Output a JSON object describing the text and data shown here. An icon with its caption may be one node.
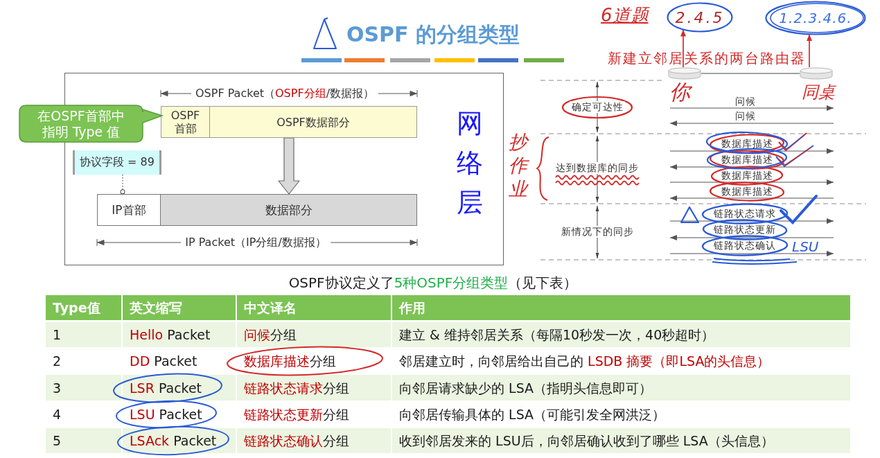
{
  "diagram": {
    "title": "OSPF 的分组类型",
    "nodes": [
      {
        "text": [
          "网络层"
        ]
      },
      {
        "text": [
          "OSPF 首部"
        ],
        "in": 0
      },
      {
        "text": [
          "OSPF数据部分"
        ],
        "in": 0
      },
      {
        "text": [
          "在OSPF首部中指明 Type 值"
        ]
      },
      {
        "text": [
          "协议字段 = 89"
        ],
        "in": 0
      },
      {
        "text": [
          "IP首部"
        ],
        "in": 0
      },
      {
        "text": [
          "数据部分"
        ],
        "in": 0
      },
      {
        "text": [
          "2.4.5"
        ]
      },
      {
        "text": [
          "1.2.3.4.6."
        ]
      },
      {
        "text": [],
        "shape": "cylinder",
        "beside": [
          "你"
        ]
      },
      {
        "text": [],
        "shape": "cylinder",
        "beside": [
          "同桌"
        ]
      }
    ],
    "edges": [
      {
        "from": 4,
        "to": 5,
        "arrow": "other",
        "style": "dashed"
      },
      {
        "from": 2,
        "to": 6,
        "arrow": "to",
        "style": "thick"
      },
      {
        "from": 9,
        "to": 10,
        "arrow": "none"
      },
      {
        "from": 9,
        "to": 7,
        "arrow": "to",
        "color": "#d42a2a"
      },
      {
        "from": 10,
        "to": 8,
        "arrow": "to",
        "color": "#d42a2a"
      }
    ],
    "labels": [
      "6道题",
      "新建立邻居关系的两台路由器",
      "OSPF Packet（**OSPF分组**/数据报）",
      "IP Packet（IP分组/数据报）",
      "确定可达性",
      "问候",
      "问候",
      "抄作业",
      "数据库描述",
      "达到数据库的同步",
      "数据库描述",
      "数据库描述",
      "数据库描述",
      "链路状态请求",
      "新情况下的同步",
      "链路状态更新",
      "链路状态确认",
      "LSU",
      "OSPF协议定义了**5种OSPF分组类型**（见下表）",
      "Type值",
      "英文缩写",
      "中文译名",
      "作用",
      "1",
      "**Hello** Packet",
      "**问候**分组",
      "建立 & 维持邻居关系（每隔10秒发一次，40秒超时）",
      "2",
      "**DD** Packet",
      "**数据库描述**分组",
      "邻居建立时，向邻居给出自己的 **LSDB 摘要（即LSA的头信息）**",
      "3",
      "**LSR** Packet",
      "**链路状态请求**分组",
      "向邻居请求缺少的 LSA（指明头信息即可）",
      "4",
      "**LSU** Packet",
      "**链路状态更新**分组",
      "向邻居传输具体的 LSA（可能引发全网洪泛）",
      "5",
      "**LSAck** Packet",
      "**链路状态确认**分组",
      "收到邻居发来的 LSU后，向邻居确认收到了哪些 LSA（头信息）"
    ]
  }
}
